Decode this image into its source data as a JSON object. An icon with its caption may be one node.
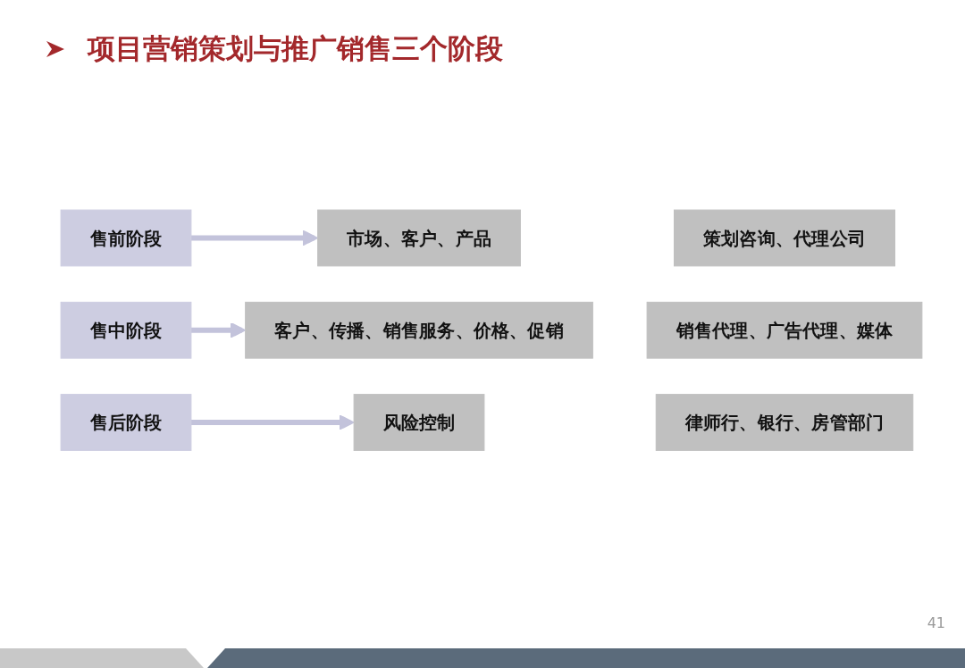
{
  "diagram": {
    "title": "项目营销策划与推广销售三个阶段",
    "nodes": [
      {
        "text": [
          "售前阶段"
        ]
      },
      {
        "text": [
          "市场、客户、产品"
        ]
      },
      {
        "text": [
          "策划咨询、代理公司"
        ]
      },
      {
        "text": [
          "售中阶段"
        ]
      },
      {
        "text": [
          "客户、传播、销售服务、价格、促销"
        ]
      },
      {
        "text": [
          "销售代理、广告代理、媒体"
        ]
      },
      {
        "text": [
          "售后阶段"
        ]
      },
      {
        "text": [
          "风险控制"
        ]
      },
      {
        "text": [
          "律师行、银行、房管部门"
        ]
      }
    ],
    "edges": [
      {
        "from": 0,
        "to": 1,
        "arrow": "to"
      },
      {
        "from": 3,
        "to": 4,
        "arrow": "to"
      },
      {
        "from": 6,
        "to": 7,
        "arrow": "to"
      }
    ],
    "labels": [
      "41"
    ]
  }
}
